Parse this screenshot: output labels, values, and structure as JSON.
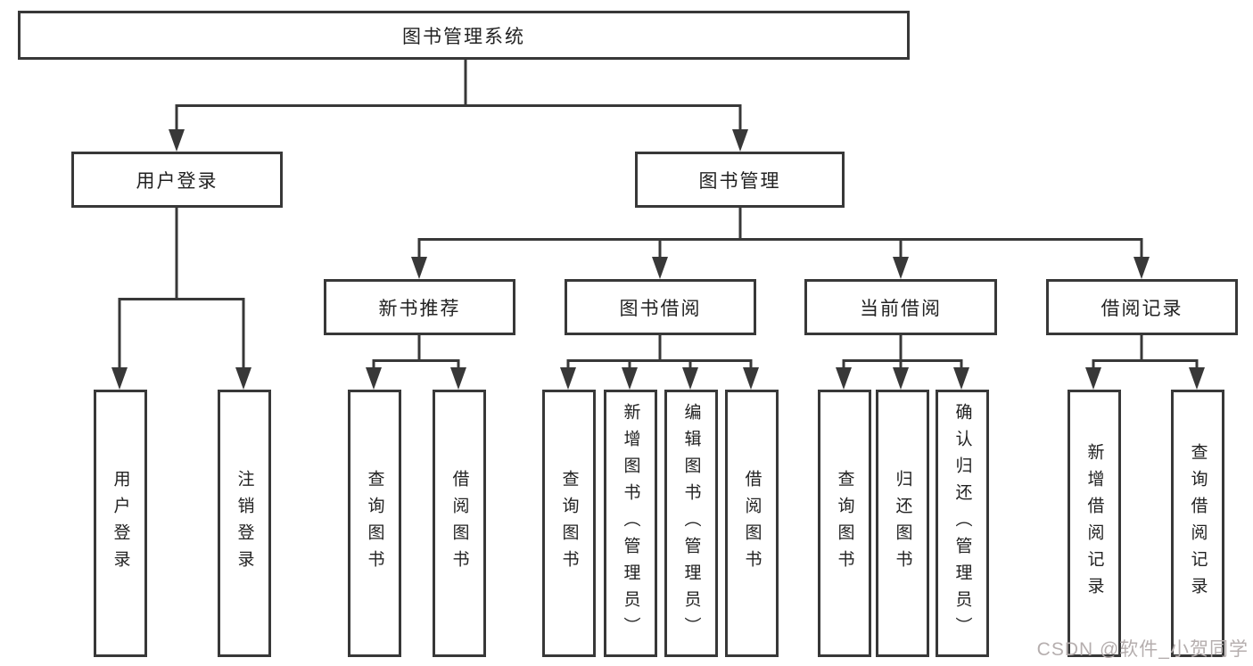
{
  "title": "图书管理系统",
  "colors": {
    "line": "#383838",
    "box_border": "#383838",
    "box_background": "#ffffff",
    "text": "#222222",
    "watermark": "#b5aeae",
    "background": "#ffffff"
  },
  "nodes": {
    "root": "图书管理系统",
    "user_login": "用户登录",
    "book_management": "图书管理",
    "new_book_recommend": "新书推荐",
    "book_borrow": "图书借阅",
    "current_borrow": "当前借阅",
    "borrow_records": "借阅记录",
    "leaf_user_login": "用户登录",
    "leaf_logout": "注销登录",
    "leaf_recommend_query_books": "查询图书",
    "leaf_recommend_borrow_books": "借阅图书",
    "leaf_borrow_query_books": "查询图书",
    "leaf_borrow_add_books": "新增图书（管理员）",
    "leaf_borrow_edit_books": "编辑图书（管理员）",
    "leaf_borrow_borrow_books": "借阅图书",
    "leaf_current_query_books": "查询图书",
    "leaf_current_return_books": "归还图书",
    "leaf_current_confirm_return": "确认归还（管理员）",
    "leaf_records_add_record": "新增借阅记录",
    "leaf_records_query_record": "查询借阅记录"
  },
  "hierarchy": {
    "label": "图书管理系统",
    "children": [
      {
        "label": "用户登录",
        "children": [
          {
            "label": "用户登录"
          },
          {
            "label": "注销登录"
          }
        ]
      },
      {
        "label": "图书管理",
        "children": [
          {
            "label": "新书推荐",
            "children": [
              {
                "label": "查询图书"
              },
              {
                "label": "借阅图书"
              }
            ]
          },
          {
            "label": "图书借阅",
            "children": [
              {
                "label": "查询图书"
              },
              {
                "label": "新增图书（管理员）"
              },
              {
                "label": "编辑图书（管理员）"
              },
              {
                "label": "借阅图书"
              }
            ]
          },
          {
            "label": "当前借阅",
            "children": [
              {
                "label": "查询图书"
              },
              {
                "label": "归还图书"
              },
              {
                "label": "确认归还（管理员）"
              }
            ]
          },
          {
            "label": "借阅记录",
            "children": [
              {
                "label": "新增借阅记录"
              },
              {
                "label": "查询借阅记录"
              }
            ]
          }
        ]
      }
    ]
  },
  "watermark": "CSDN @软件_小贺同学"
}
